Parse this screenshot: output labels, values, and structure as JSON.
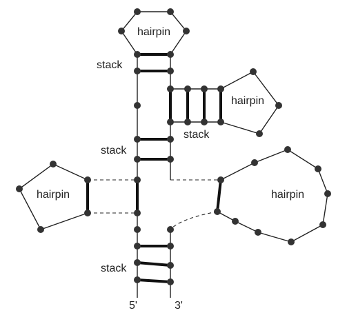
{
  "labels": {
    "top_hairpin": "hairpin",
    "right_hairpin": "hairpin",
    "left_hairpin": "hairpin",
    "big_hairpin": "hairpin",
    "stack_top": "stack",
    "stack_right": "stack",
    "stack_middle": "stack",
    "stack_bottom": "stack",
    "five_prime": "5'",
    "three_prime": "3'"
  }
}
